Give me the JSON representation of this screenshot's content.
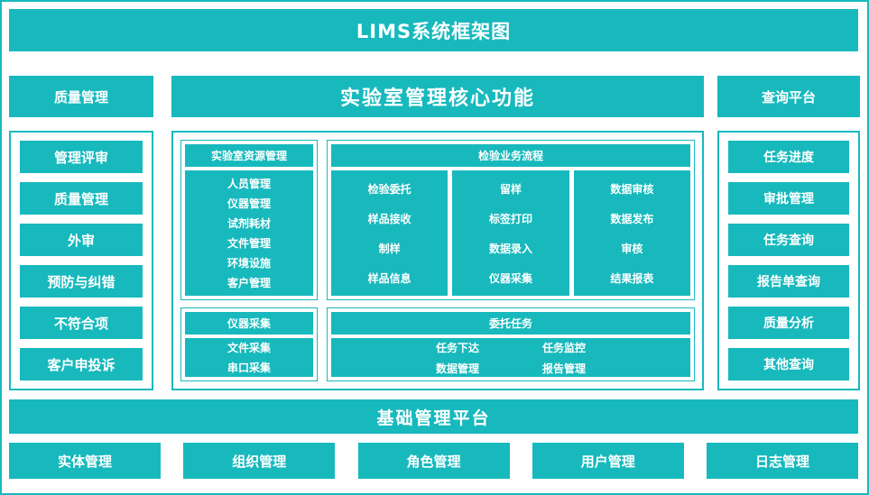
{
  "colors": {
    "primary": "#17b9bd",
    "text": "#ffffff",
    "background": "#ffffff"
  },
  "title": "LIMS系统框架图",
  "top_row": {
    "left": "质量管理",
    "center": "实验室管理核心功能",
    "right": "查询平台"
  },
  "left_panel": {
    "items": [
      "管理评审",
      "质量管理",
      "外审",
      "预防与纠错",
      "不符合项",
      "客户申投诉"
    ]
  },
  "right_panel": {
    "items": [
      "任务进度",
      "审批管理",
      "任务查询",
      "报告单查询",
      "质量分析",
      "其他查询"
    ]
  },
  "core": {
    "resource": {
      "header": "实验室资源管理",
      "items": [
        "人员管理",
        "仪器管理",
        "试剂耗材",
        "文件管理",
        "环境设施",
        "客户管理"
      ]
    },
    "process": {
      "header": "检验业务流程",
      "columns": [
        [
          "检验委托",
          "样品接收",
          "制样",
          "样品信息"
        ],
        [
          "留样",
          "标签打印",
          "数据录入",
          "仪器采集"
        ],
        [
          "数据审核",
          "数据发布",
          "审核",
          "结果报表"
        ]
      ]
    },
    "instrument": {
      "header": "仪器采集",
      "items": [
        "文件采集",
        "串口采集"
      ]
    },
    "commission": {
      "header": "委托任务",
      "groups": [
        [
          "任务下达",
          "数据管理"
        ],
        [
          "任务监控",
          "报告管理"
        ]
      ]
    }
  },
  "base_platform": "基础管理平台",
  "bottom_row": [
    "实体管理",
    "组织管理",
    "角色管理",
    "用户管理",
    "日志管理"
  ]
}
